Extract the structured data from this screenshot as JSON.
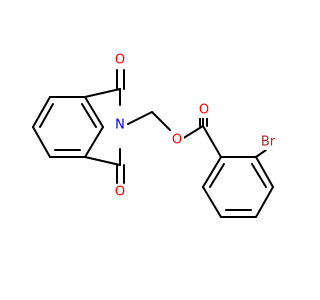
{
  "atoms": {
    "n": {
      "label": "N",
      "color": "#0000ff"
    },
    "o1": {
      "label": "O",
      "color": "#ff0000"
    },
    "o2": {
      "label": "O",
      "color": "#ff0000"
    },
    "o3": {
      "label": "O",
      "color": "#ff0000"
    },
    "o4": {
      "label": "O",
      "color": "#ff0000"
    },
    "br": {
      "label": "Br",
      "color": "#a52a2a"
    }
  },
  "colors": {
    "bond": "#000000",
    "background": "#ffffff"
  }
}
